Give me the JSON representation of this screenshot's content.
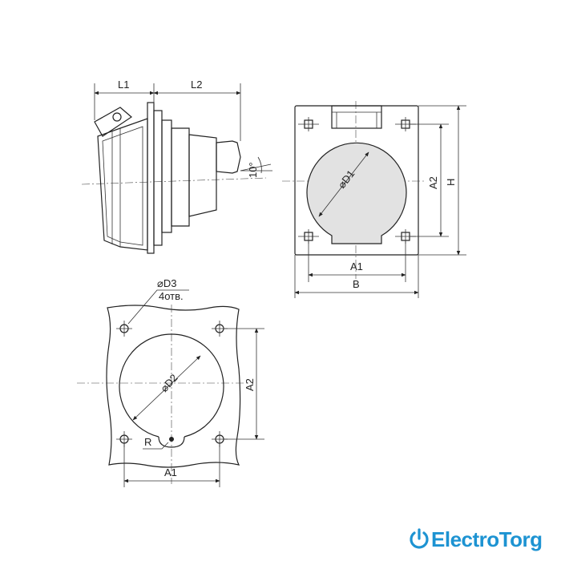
{
  "side_view": {
    "dim_l1": "L1",
    "dim_l2": "L2",
    "angle": "10°"
  },
  "front_view": {
    "dim_d1": "⌀D1",
    "dim_a2": "A2",
    "dim_h": "H",
    "dim_a1": "A1",
    "dim_b": "B"
  },
  "cutout_view": {
    "dim_d3": "⌀D3",
    "holes_note": "4отв.",
    "dim_d2": "⌀D2",
    "dim_r": "R",
    "dim_a2": "A2",
    "dim_a1": "A1"
  },
  "brand": {
    "name": "ElectroTorg",
    "color": "#1d93d2",
    "icon": "power-icon"
  }
}
